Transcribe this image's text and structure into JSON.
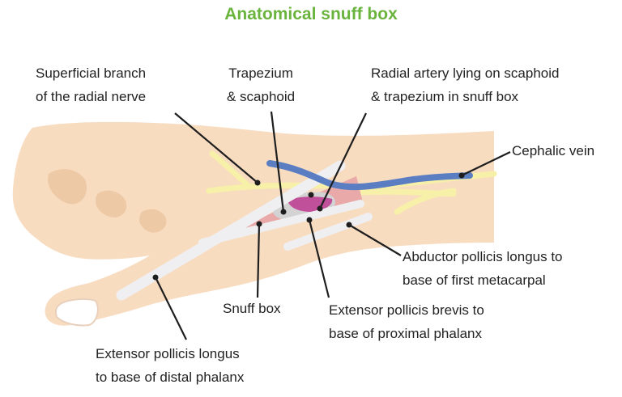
{
  "title": "Anatomical snuff box",
  "colors": {
    "title": "#6ab43e",
    "skin": "#f8dcc0",
    "skin_shadow": "#eec9a6",
    "nerve": "#f7f0a8",
    "vein": "#5b7ec3",
    "artery": "#c0509a",
    "tendon": "#efeff1",
    "bone": "#d3d3d3",
    "snuffbox": "#e8a9a8",
    "leader": "#1e1e1e"
  },
  "labels": {
    "superficial_nerve": [
      "Superficial branch",
      "of the radial nerve"
    ],
    "trapezium": [
      "Trapezium",
      "& scaphoid"
    ],
    "radial_artery": [
      "Radial artery lying on scaphoid",
      "& trapezium in snuff box"
    ],
    "cephalic_vein": [
      "Cephalic vein"
    ],
    "abductor": [
      "Abductor pollicis longus to",
      "base of first metacarpal"
    ],
    "snuff_box": [
      "Snuff box"
    ],
    "epb": [
      "Extensor pollicis brevis to",
      "base of proximal phalanx"
    ],
    "epl": [
      "Extensor pollicis longus",
      "to base of distal phalanx"
    ]
  }
}
